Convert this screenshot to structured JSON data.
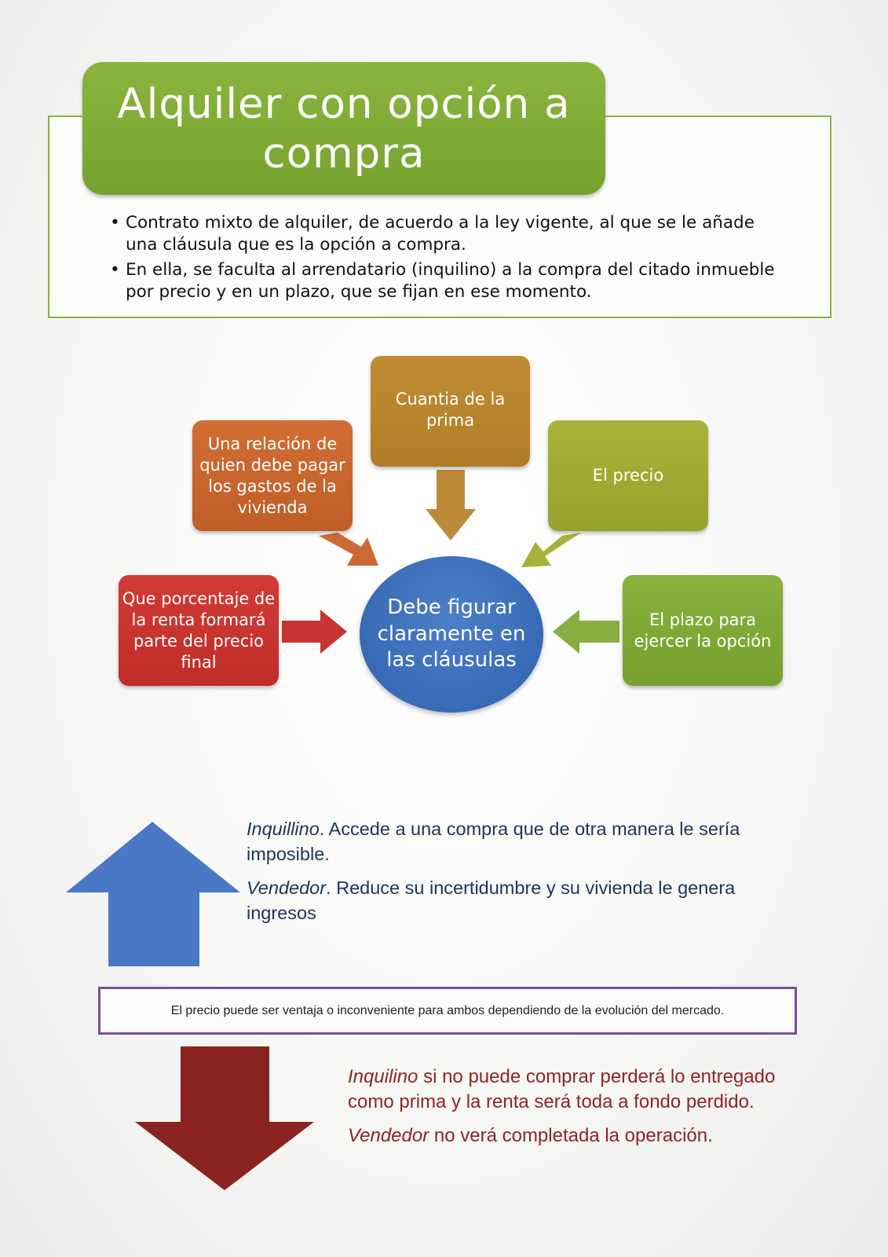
{
  "header": {
    "title": "Alquiler con opción a compra",
    "bullets": [
      "Contrato mixto de alquiler, de acuerdo a la ley vigente, al que se le añade una cláusula que es la opción a compra.",
      "En ella, se faculta al arrendatario (inquilino) a la compra del citado inmueble por precio y en un plazo, que se fijan en ese momento."
    ]
  },
  "diagram": {
    "center": "Debe figurar claramente en las cláusulas",
    "nodes": {
      "prima": "Cuantia de la prima",
      "gastos": "Una relación de quien debe pagar los gastos de la vivienda",
      "precio": "El precio",
      "renta": "Que porcentaje de la renta formará parte del precio final",
      "plazo": "El plazo para ejercer la opción"
    }
  },
  "advantages": {
    "inquilino_label": "Inquillino",
    "inquilino_text": ". Accede a una compra que de otra manera le sería imposible.",
    "vendedor_label": "Vendedor",
    "vendedor_text": ". Reduce su incertidumbre y su vivienda le genera ingresos"
  },
  "note": "El precio puede ser ventaja o inconveniente para ambos dependiendo de la evolución del mercado.",
  "disadvantages": {
    "inquilino_label": "Inquilino",
    "inquilino_text": " si no puede comprar perderá lo entregado como prima y la renta será toda a fondo perdido.",
    "vendedor_label": "Vendedor",
    "vendedor_text": " no verá completada la operación."
  },
  "colors": {
    "title_green": "#7fac36",
    "center_blue": "#3a6db8",
    "up_arrow_blue": "#4a78c6",
    "down_arrow_red": "#8b2320",
    "note_border_purple": "#7a4f9c"
  }
}
